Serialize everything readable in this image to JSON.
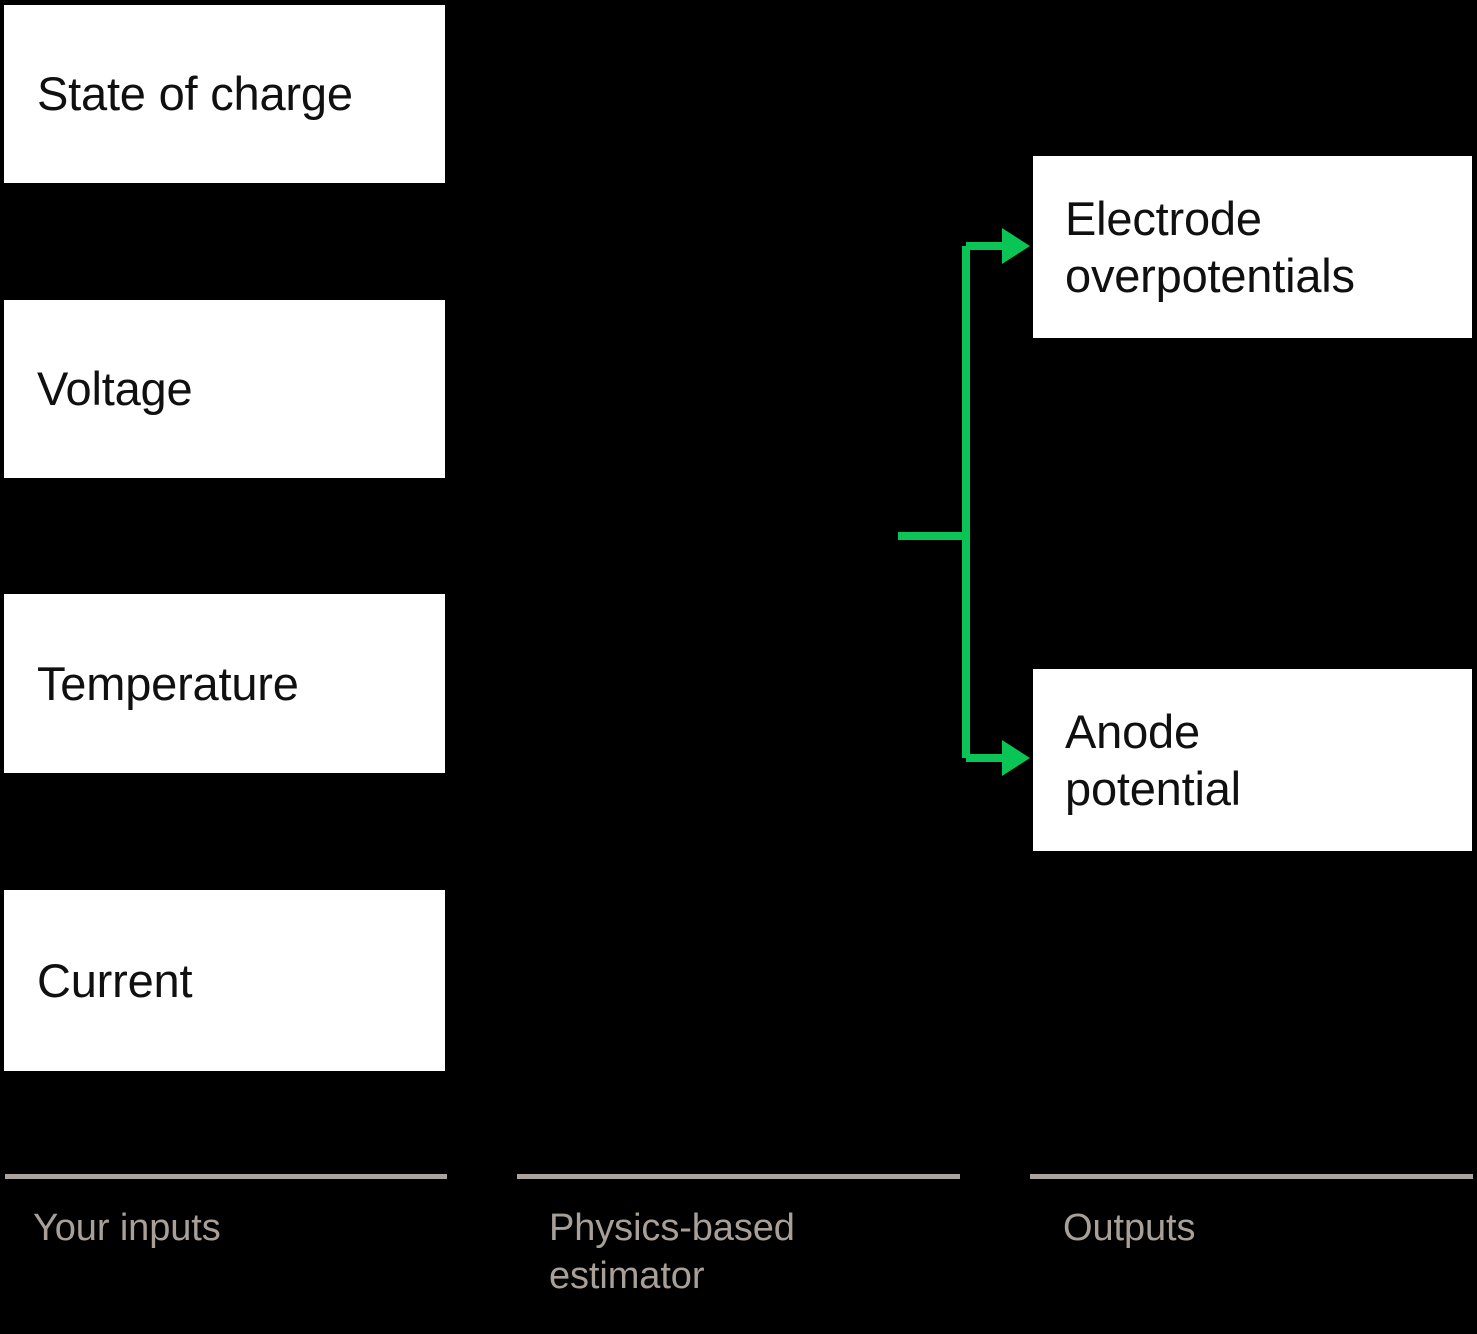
{
  "diagram": {
    "background_color": "#000000",
    "box_fill": "#ffffff",
    "box_text_color": "#101010",
    "accent_color": "#0bc456",
    "legend_color": "#a99f99"
  },
  "inputs": {
    "items": [
      {
        "label": "State of charge"
      },
      {
        "label": "Voltage"
      },
      {
        "label": "Temperature"
      },
      {
        "label": "Current"
      }
    ]
  },
  "outputs": {
    "items": [
      {
        "label": "Electrode\noverpotentials"
      },
      {
        "label": "Anode\npotential"
      }
    ]
  },
  "connector": {
    "name": "branching-arrow",
    "color": "#0bc456",
    "branches": 2,
    "arrow_targets": [
      "Electrode overpotentials",
      "Anode potential"
    ]
  },
  "legend": {
    "columns": [
      {
        "label": "Your inputs"
      },
      {
        "label": "Physics-based\nestimator"
      },
      {
        "label": "Outputs"
      }
    ]
  }
}
